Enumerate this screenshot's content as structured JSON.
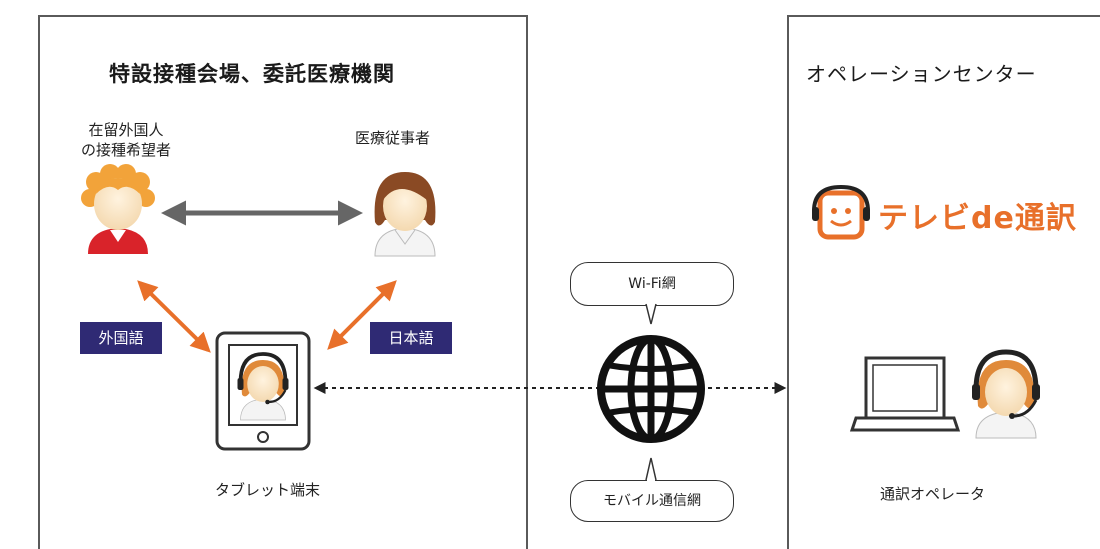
{
  "left_panel": {
    "title": "特設接種会場、委託医療機関",
    "foreign_person_label": "在留外国人\nの接種希望者",
    "medical_staff_label": "医療従事者",
    "foreign_language_badge": "外国語",
    "japanese_badge": "日本語",
    "tablet_label": "タブレット端末"
  },
  "network": {
    "wifi_label": "Wi-Fi網",
    "mobile_label": "モバイル通信網"
  },
  "right_panel": {
    "title": "オペレーションセンター",
    "logo_text": "テレビde通訳",
    "operator_label": "通訳オペレータ"
  },
  "colors": {
    "panel_border": "#5a5a5a",
    "badge_bg": "#2f2a74",
    "orange_arrow": "#e8702a",
    "gray_arrow": "#666666",
    "logo_orange": "#e8702a"
  },
  "icons": [
    "person-curly-hair-icon",
    "person-nurse-icon",
    "tablet-icon",
    "globe-icon",
    "laptop-icon",
    "operator-headset-icon",
    "tv-logo-icon"
  ]
}
